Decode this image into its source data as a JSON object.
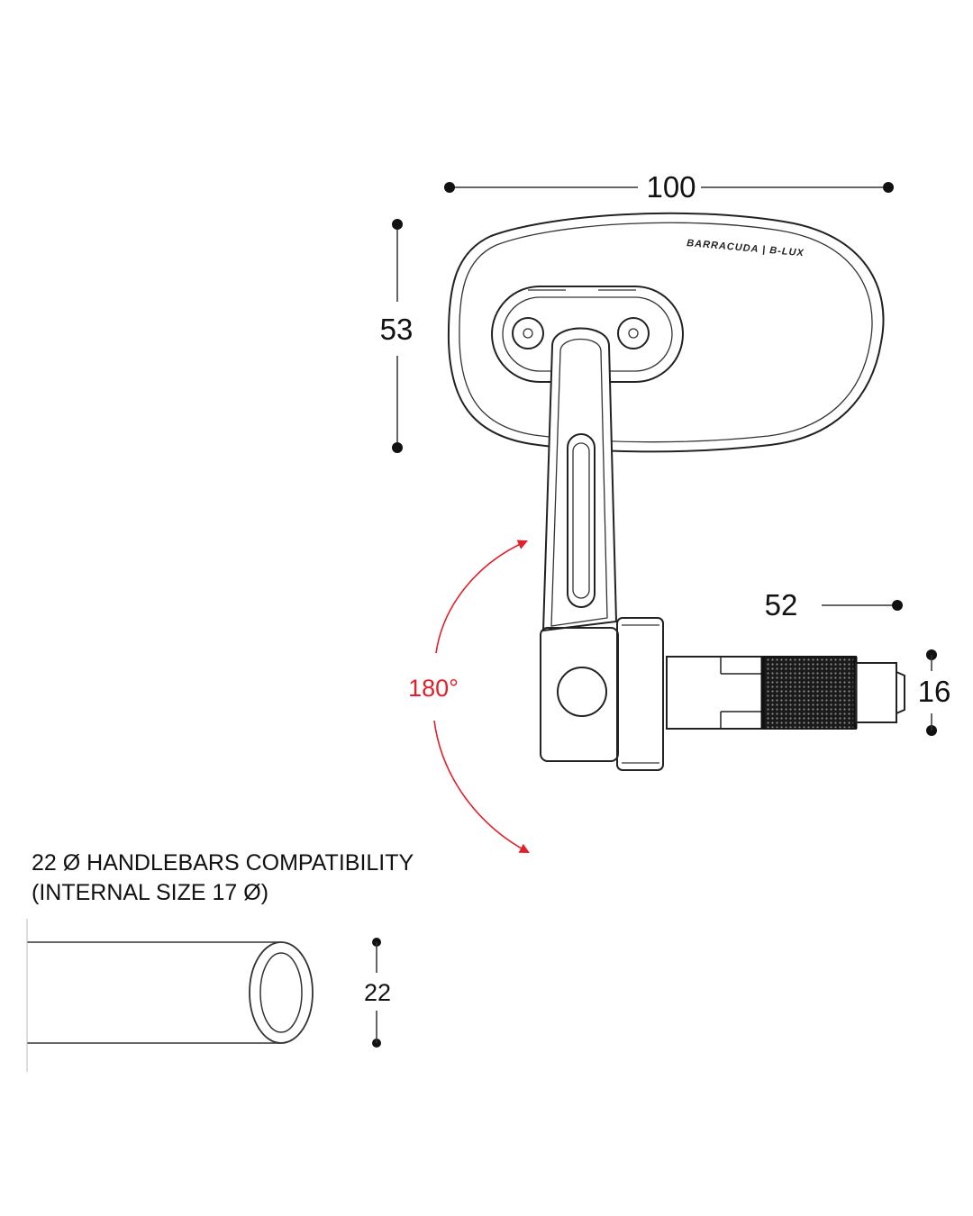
{
  "product": {
    "brand": "BARRACUDA",
    "model": "B-LUX"
  },
  "dimensions": {
    "width": "100",
    "height": "53",
    "length": "52",
    "diameter": "16",
    "handlebar": "22"
  },
  "rotation": {
    "label": "180°",
    "color": "#e0202a"
  },
  "compatibility": {
    "line1": "22 Ø HANDLEBARS COMPATIBILITY",
    "line2": "(INTERNAL SIZE 17 Ø)"
  },
  "colors": {
    "line": "#222222",
    "background": "#ffffff"
  }
}
